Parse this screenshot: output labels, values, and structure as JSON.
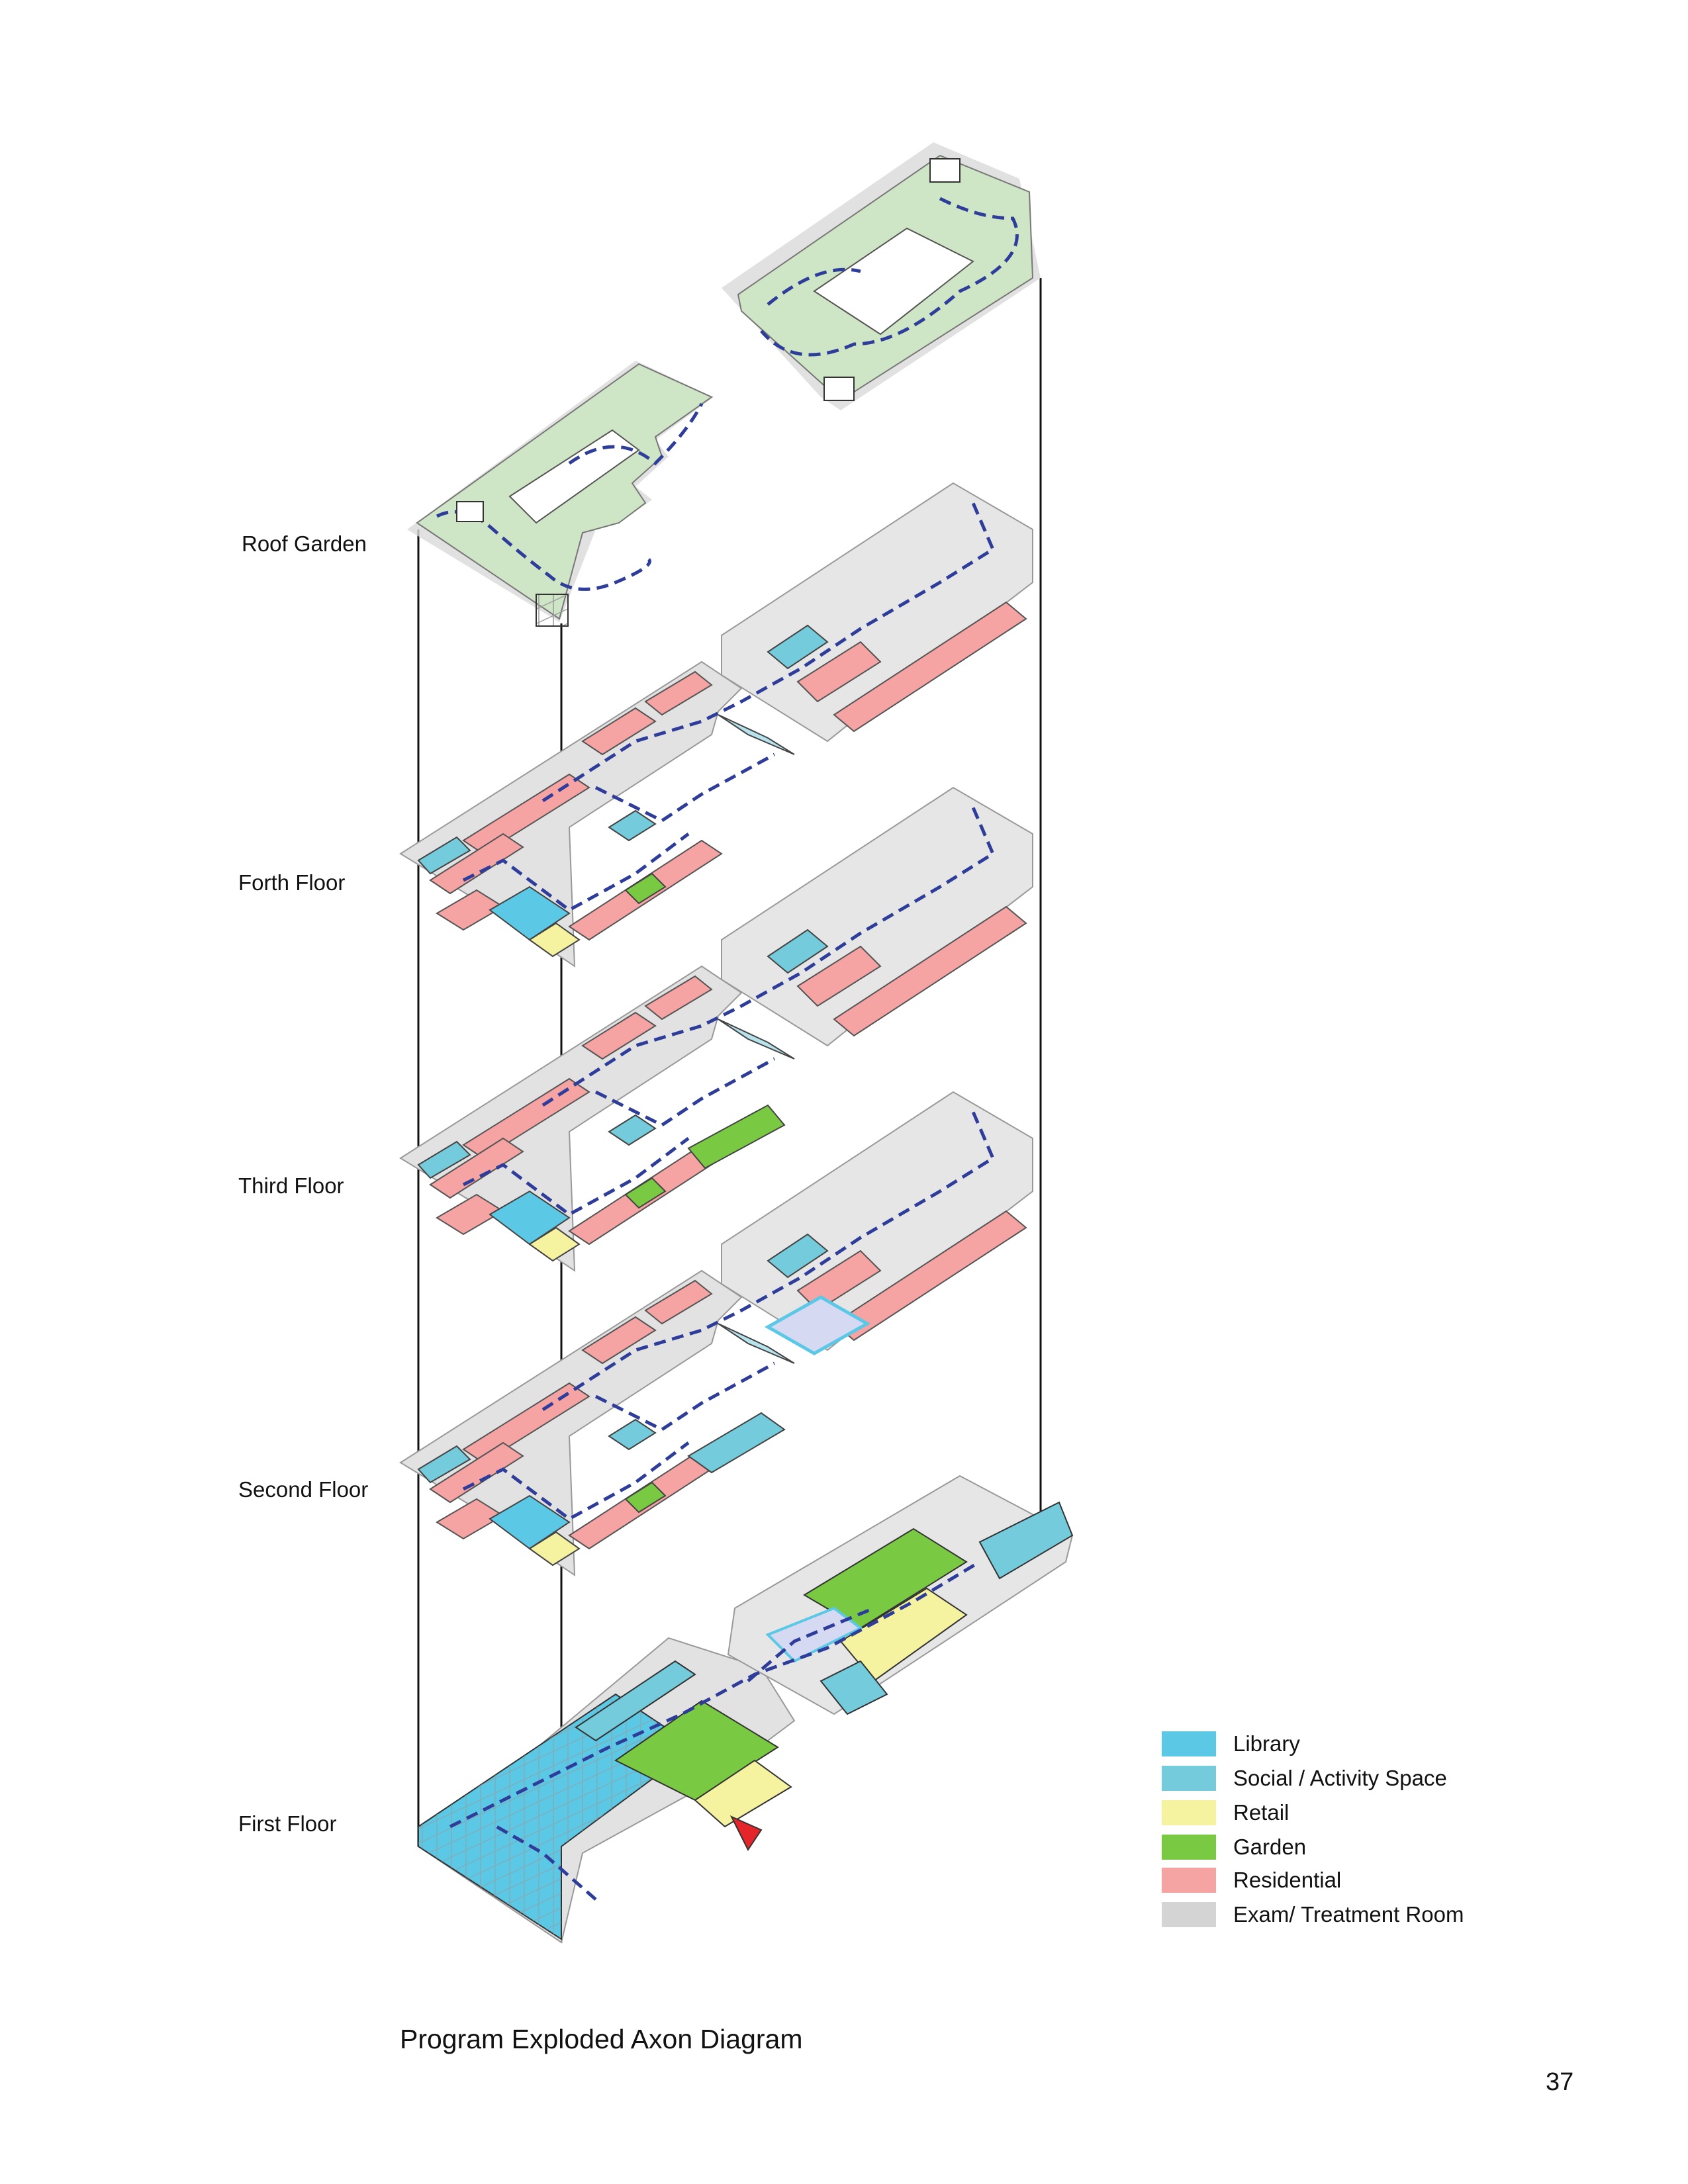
{
  "floors": [
    {
      "label": "Roof Garden"
    },
    {
      "label": "Forth Floor"
    },
    {
      "label": "Third Floor"
    },
    {
      "label": "Second Floor"
    },
    {
      "label": "First Floor"
    }
  ],
  "legend": [
    {
      "label": "Library",
      "color": "#5bc8e6"
    },
    {
      "label": "Social / Activity Space",
      "color": "#74cbdb"
    },
    {
      "label": "Retail",
      "color": "#f6f3a0"
    },
    {
      "label": "Garden",
      "color": "#7ac943"
    },
    {
      "label": "Residential",
      "color": "#f5a3a3"
    },
    {
      "label": "Exam/ Treatment Room",
      "color": "#d4d4d4"
    }
  ],
  "colors": {
    "roof_green": "#cfe6c6",
    "circulation": "#2e3d9a",
    "entry_arrow": "#e4262a",
    "outline": "#111111"
  },
  "caption": "Program Exploded Axon Diagram",
  "page_number": "37"
}
